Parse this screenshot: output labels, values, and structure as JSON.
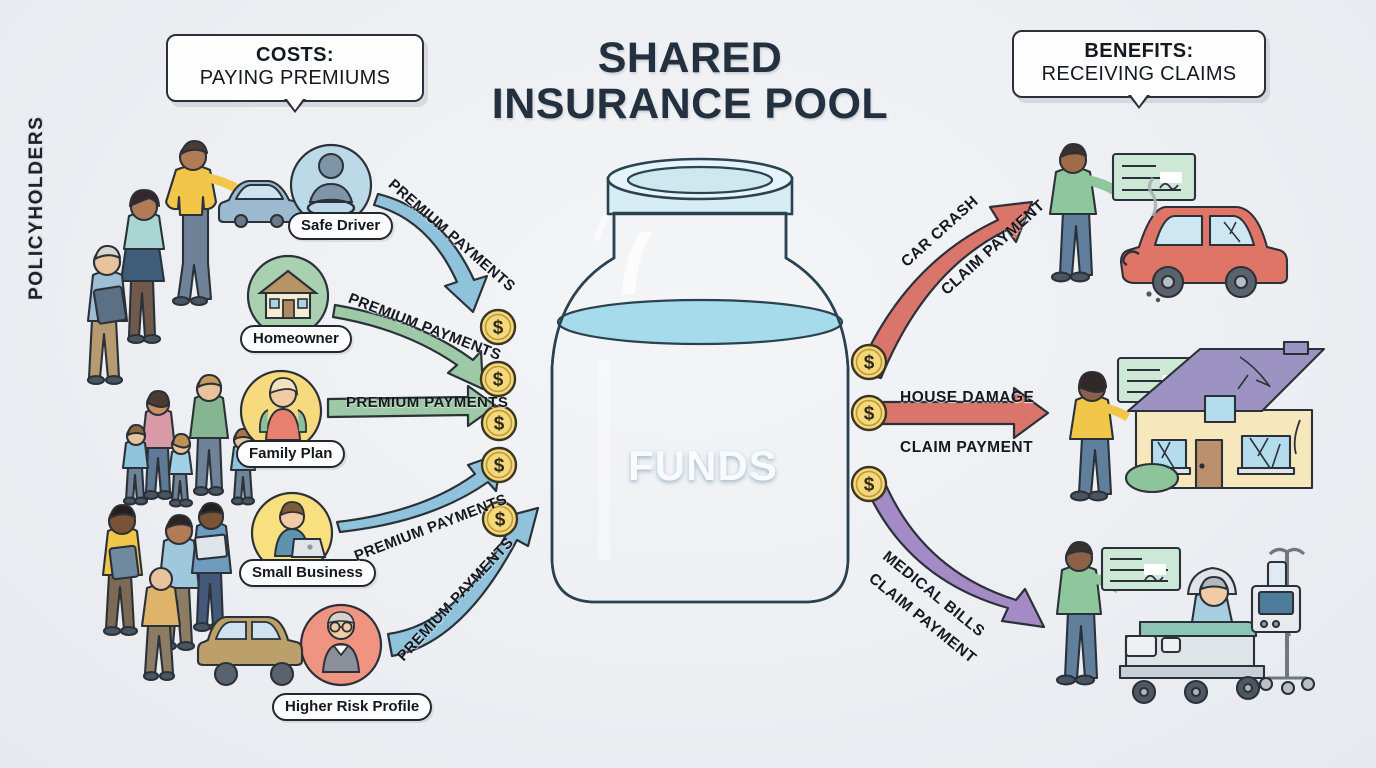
{
  "title": {
    "line1": "SHARED",
    "line2": "INSURANCE POOL"
  },
  "left_callout": {
    "line1": "COSTS:",
    "line2": "PAYING PREMIUMS"
  },
  "right_callout": {
    "line1": "BENEFITS:",
    "line2": "RECEIVING CLAIMS"
  },
  "side_label": "POLICYHOLDERS",
  "pool": {
    "label": "FUNDS",
    "water_color": "#86c5de",
    "glass_color": "#d8eef4"
  },
  "coin": {
    "symbol": "$",
    "color": "#f6d77a",
    "edge": "#3b3524"
  },
  "policyholders": [
    {
      "id": "safe-driver",
      "label": "Safe Driver",
      "circle_color": "#bcd9e8",
      "arrow_label": "PREMIUM PAYMENTS",
      "arrow_color": "#8ec3db"
    },
    {
      "id": "homeowner",
      "label": "Homeowner",
      "circle_color": "#a9d0b0",
      "arrow_label": "PREMIUM PAYMENTS",
      "arrow_color": "#9dc9a7"
    },
    {
      "id": "family-plan",
      "label": "Family Plan",
      "circle_color": "#f7d97e",
      "arrow_label": "PREMIUM PAYMENTS",
      "arrow_color": "#9dc9a7"
    },
    {
      "id": "small-business",
      "label": "Small Business",
      "circle_color": "#f8e07f",
      "arrow_label": "PREMIUM PAYMENTS",
      "arrow_color": "#8ec3db"
    },
    {
      "id": "higher-risk-profile",
      "label": "Higher Risk Profile",
      "circle_color": "#ef9480",
      "arrow_label": "PREMIUM PAYMENTS",
      "arrow_color": "#8ec3db"
    }
  ],
  "claims": [
    {
      "id": "car-crash",
      "line1": "CAR CRASH",
      "line2": "CLAIM PAYMENT",
      "arrow_color": "#d9756a",
      "scene": "person-with-check-and-wrecked-red-car"
    },
    {
      "id": "house-damage",
      "line1": "HOUSE DAMAGE",
      "line2": "CLAIM PAYMENT",
      "arrow_color": "#d9756a",
      "scene": "person-with-check-and-damaged-house"
    },
    {
      "id": "medical-bills",
      "line1": "MEDICAL BILLS",
      "line2": "CLAIM PAYMENT",
      "arrow_color": "#a58bc6",
      "scene": "person-with-check-and-hospital-bed"
    }
  ],
  "colors": {
    "background": "#eef0f3",
    "ink": "#23282f",
    "title": "#22303f"
  }
}
